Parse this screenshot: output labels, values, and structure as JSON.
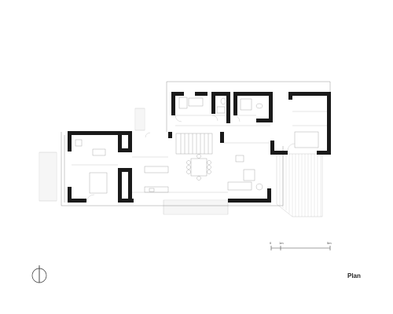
{
  "title": "Plan",
  "scale_bar": {
    "labels": [
      "0",
      "1m",
      "5m"
    ]
  },
  "north_arrow": {
    "icon": "north-arrow-icon"
  },
  "colors": {
    "walls": "#1a1a1a",
    "lines": "#8a8a8a",
    "background": "#ffffff"
  }
}
